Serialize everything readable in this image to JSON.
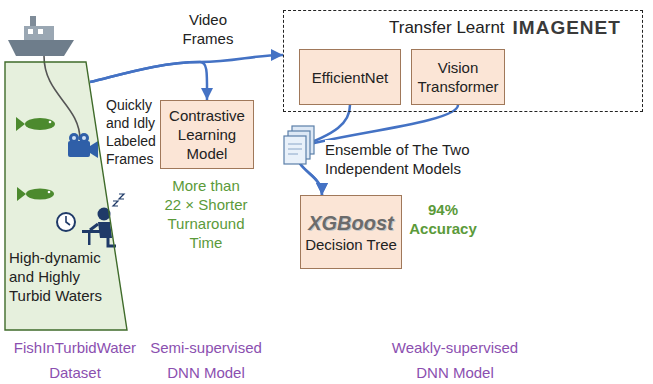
{
  "diagram": {
    "nodes": [
      {
        "text": [
          "High-dynamic and Highly Turbid Waters"
        ]
      },
      {
        "text": [
          "Contrastive Learning Model"
        ]
      },
      {
        "text": [
          "Transfer Learnt",
          "IMAGENET"
        ]
      },
      {
        "text": [
          "EfficientNet"
        ],
        "in": 2
      },
      {
        "text": [
          "Vision Transformer"
        ],
        "in": 2
      },
      {
        "text": [
          "XGBoost",
          "Decision Tree"
        ]
      }
    ],
    "edges": [
      {
        "from": 0,
        "to": 1,
        "arrow": "to"
      },
      {
        "from": 0,
        "to": 2,
        "arrow": "to",
        "label": "Video Frames"
      },
      {
        "from": 3,
        "to": 5,
        "arrow": "to",
        "label": "Ensemble of The Two Independent Models"
      },
      {
        "from": 4,
        "to": 5,
        "arrow": "to"
      }
    ],
    "labels": [
      "Quickly and Idly Labeled Frames",
      "FishInTurbidWater Dataset",
      "More than 22 × Shorter Turnaround Time",
      "Semi-supervised DNN Model",
      "94% Accuracy",
      "Weakly-supervised DNN Model"
    ]
  }
}
